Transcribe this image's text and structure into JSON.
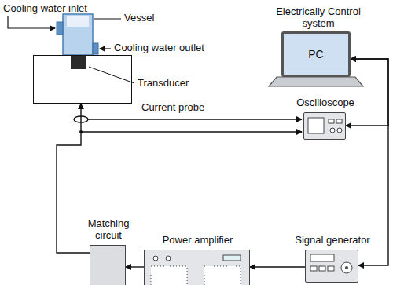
{
  "diagram": {
    "nodes": [
      {
        "text": [
          "Transducer"
        ]
      },
      {
        "text": [
          "Electrically Control system",
          "PC"
        ]
      },
      {
        "text": [
          "Oscilloscope"
        ]
      },
      {
        "text": [
          "Matching circuit"
        ]
      },
      {
        "text": [
          "Power amplifier"
        ]
      },
      {
        "text": [
          "Signal generator"
        ]
      }
    ],
    "edges": [
      {
        "from": 3,
        "to": 0,
        "arrow": "to"
      },
      {
        "from": 4,
        "to": 3,
        "arrow": "to"
      },
      {
        "from": 5,
        "to": 4,
        "arrow": "to"
      },
      {
        "from": 1,
        "to": 2,
        "arrow": "both"
      },
      {
        "from": 1,
        "to": 5,
        "arrow": "both"
      }
    ],
    "labels": [
      "Cooling water inlet",
      "Vessel",
      "Cooling water outlet",
      "Current probe"
    ]
  }
}
